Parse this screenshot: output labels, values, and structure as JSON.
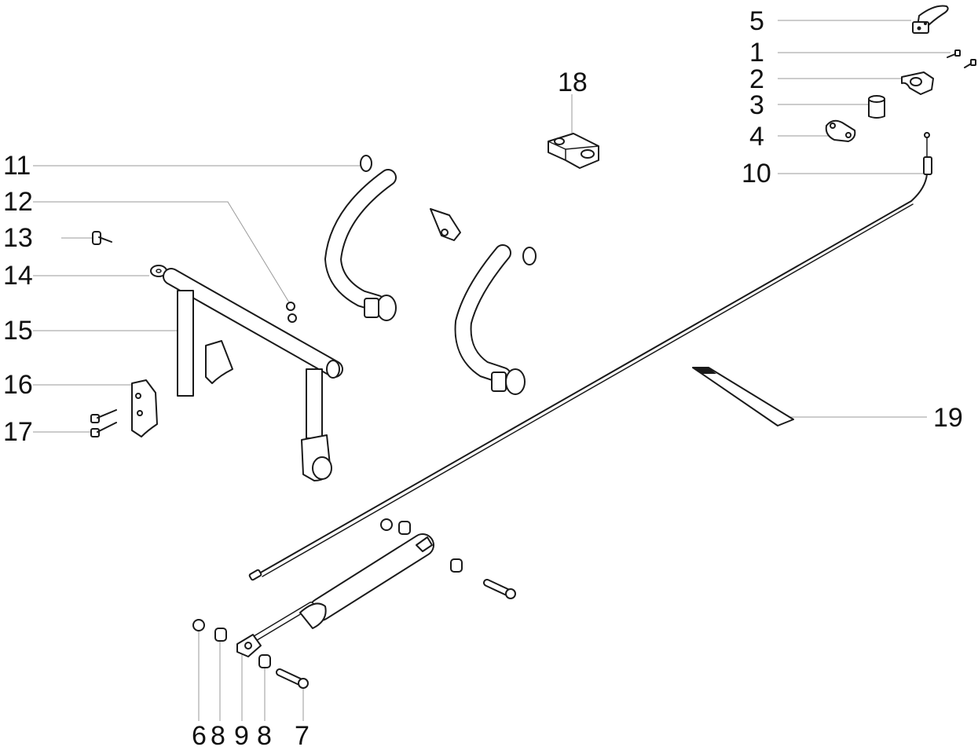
{
  "callouts": [
    "1",
    "2",
    "3",
    "4",
    "5",
    "6",
    "7",
    "8",
    "8",
    "9",
    "10",
    "11",
    "12",
    "13",
    "14",
    "15",
    "16",
    "17",
    "18",
    "19"
  ],
  "icons": [
    "bolt-icon",
    "clamp-icon",
    "sleeve-icon",
    "bracket-icon",
    "lever-icon",
    "nut-icon",
    "spacer-icon",
    "fork-icon",
    "cable-icon",
    "frame-icon",
    "pin-icon",
    "washer-icon",
    "crossbar-icon",
    "strap-icon",
    "gas-spring-icon"
  ]
}
